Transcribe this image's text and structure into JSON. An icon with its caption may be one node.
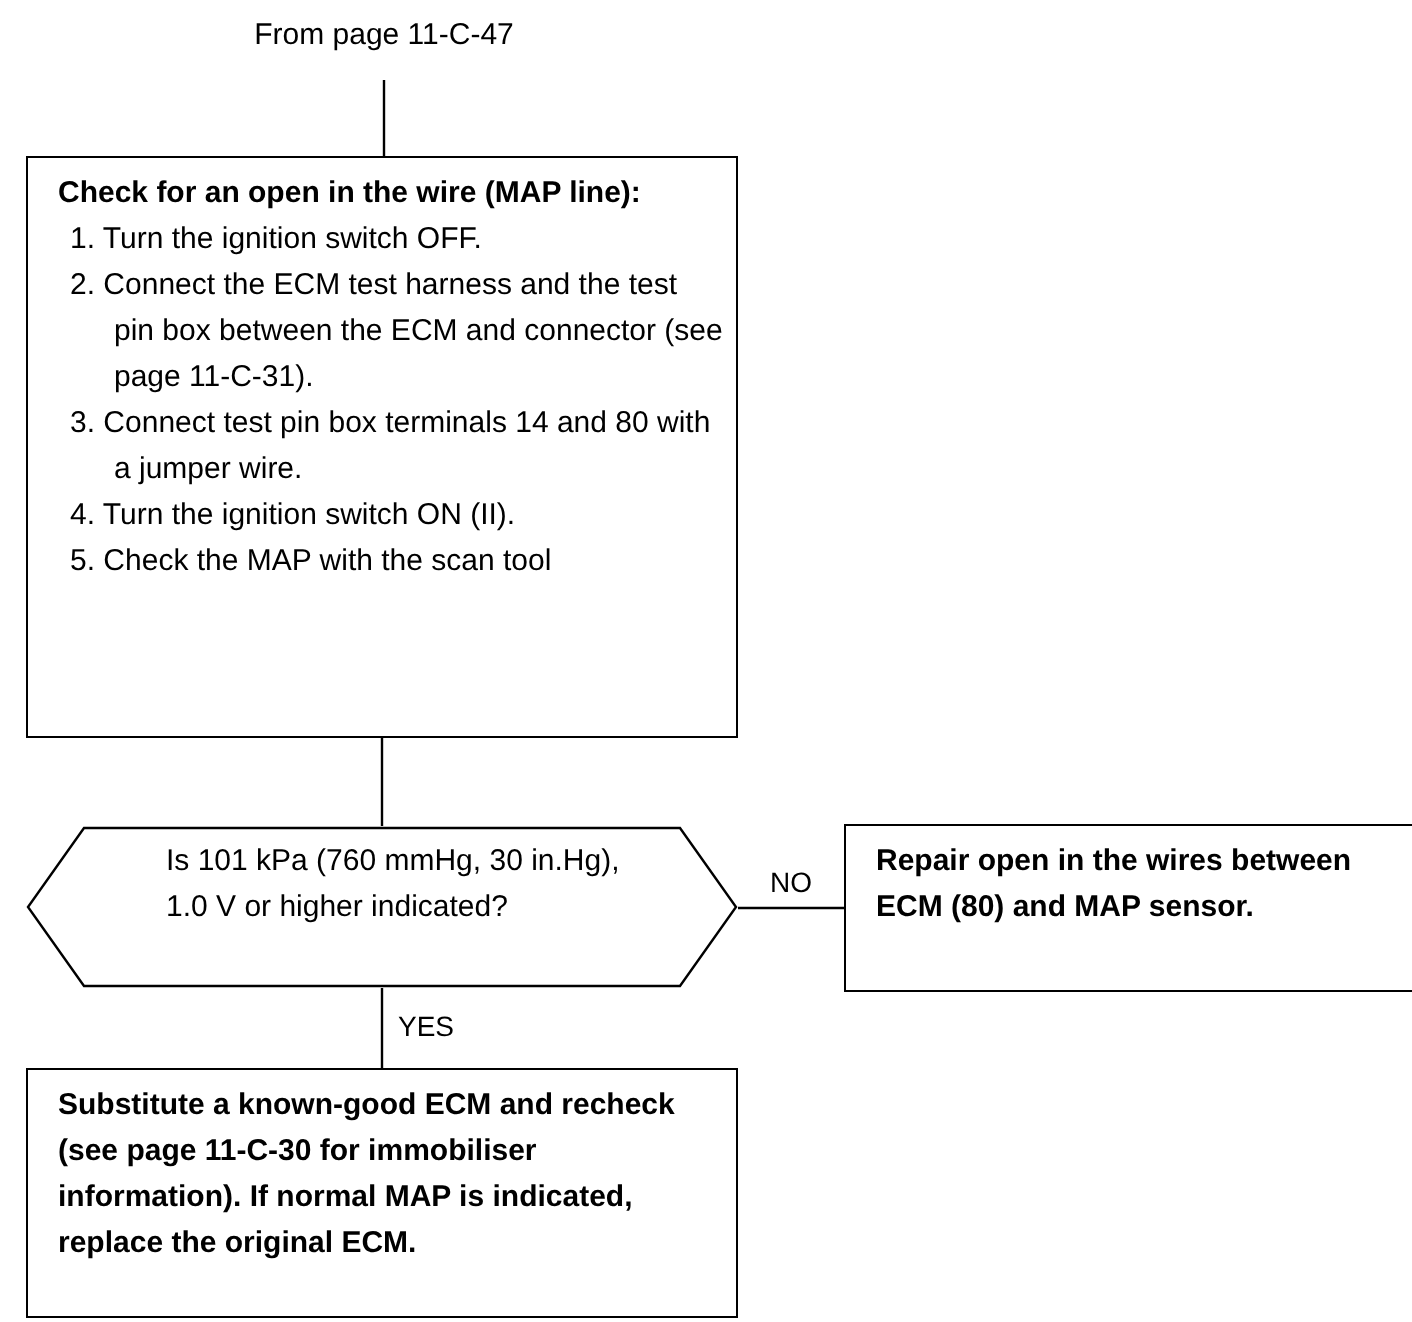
{
  "diagram": {
    "nodes": [
      {
        "text": [
          "From page 11-C-47"
        ]
      },
      {
        "text": [
          "Check for an open in the wire (MAP line):",
          "1. Turn the ignition switch OFF.",
          "2. Connect the ECM test harness and the test pin box between the ECM and connector (see page 11-C-31).",
          "3. Connect test pin box terminals 14 and 80 with a jumper wire.",
          "4. Turn the ignition switch ON (II).",
          "5. Check the MAP with the scan tool"
        ]
      },
      {
        "text": [
          "Is 101 kPa (760 mmHg, 30 in.Hg), 1.0 V or higher indicated?"
        ]
      },
      {
        "text": [
          "Repair open in the wires between ECM (80) and MAP sensor."
        ]
      },
      {
        "text": [
          "Substitute a known-good ECM and recheck (see page 11-C-30 for immobiliser information). If normal MAP is indicated, replace the original ECM."
        ]
      }
    ],
    "edges": [
      {
        "from": 0,
        "to": 1,
        "arrow": "none"
      },
      {
        "from": 1,
        "to": 2,
        "arrow": "none"
      },
      {
        "from": 2,
        "to": 3,
        "arrow": "none",
        "label": "NO"
      },
      {
        "from": 2,
        "to": 4,
        "arrow": "none",
        "label": "YES"
      }
    ]
  }
}
